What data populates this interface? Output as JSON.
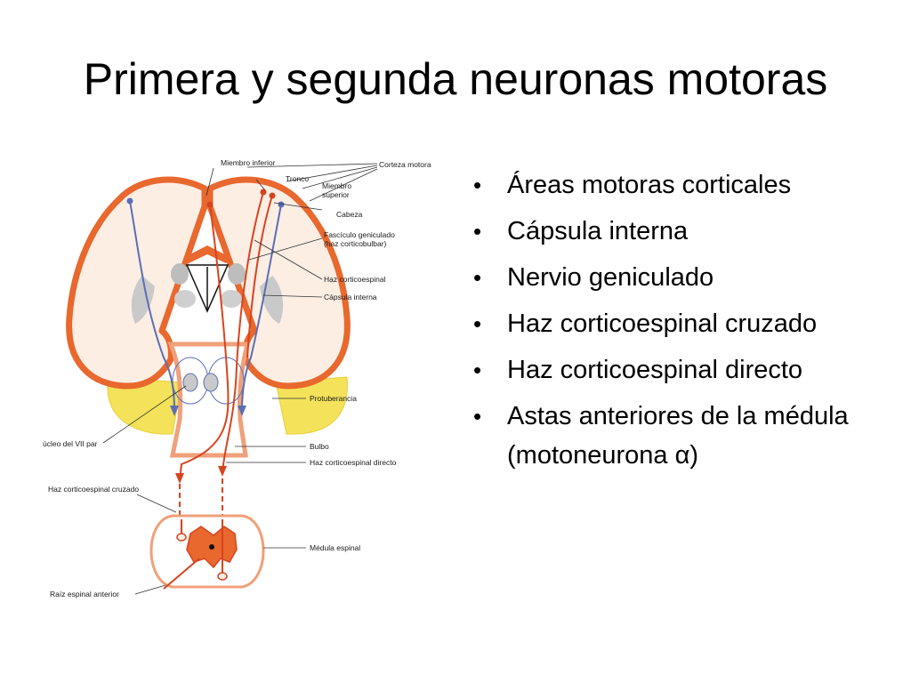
{
  "slide": {
    "title": "Primera y segunda neuronas motoras"
  },
  "bullets": [
    "Áreas motoras corticales",
    "Cápsula interna",
    "Nervio geniculado",
    "Haz corticoespinal cruzado",
    "Haz corticoespinal directo",
    "Astas anteriores de la médula (motoneurona α)"
  ],
  "diagram_labels": {
    "miembro_inferior": "Miembro inferior",
    "tronco": "Tronco",
    "corteza_motora": "Corteza motora",
    "miembro_superior_1": "Miembro",
    "miembro_superior_2": "superior",
    "cabeza": "Cabeza",
    "fasciculo_1": "Fascículo geniculado",
    "fasciculo_2": "(haz corticobulbar)",
    "haz_corticoespinal": "Haz corticoespinal",
    "capsula_interna": "Cápsula interna",
    "protuberancia": "Protuberancia",
    "nucleo_vii": "úcleo del VII par",
    "bulbo": "Bulbo",
    "haz_directo": "Haz corticoespinal directo",
    "haz_cruzado": "Haz corticoespinal cruzado",
    "medula_espinal": "Médula espinal",
    "raiz_anterior": "Raíz espinal anterior"
  },
  "colors": {
    "cortex": "#e8682e",
    "cortex_fill": "#fbe3d3",
    "pathway_red": "#d8431f",
    "pathway_blue": "#5a6fb4",
    "pons": "#f3e25a",
    "nuclei_gray": "#c9c9c9"
  }
}
